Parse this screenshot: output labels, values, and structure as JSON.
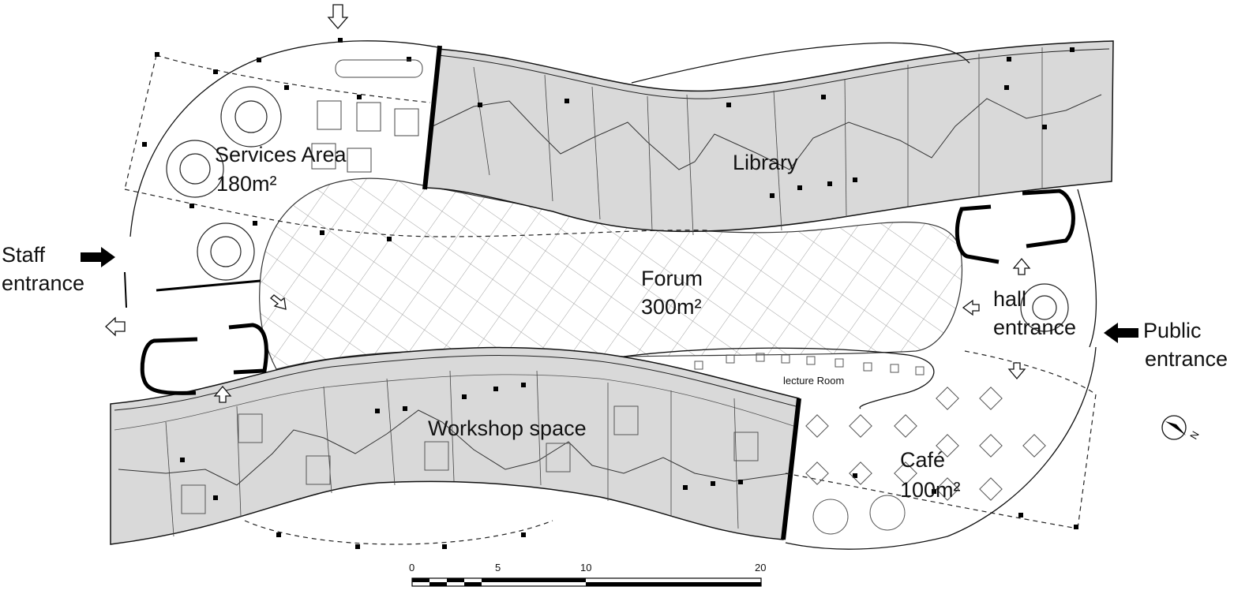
{
  "rooms": {
    "services_name": "Services Area",
    "services_area": "180m²",
    "library": "Library",
    "forum_name": "Forum",
    "forum_area": "300m²",
    "workshop": "Workshop space",
    "lecture": "lecture Room",
    "cafe_name": "Café",
    "cafe_area": "100m²"
  },
  "entrances": {
    "staff_1": "Staff",
    "staff_2": "entrance",
    "hall_1": "hall",
    "hall_2": "entrance",
    "public_1": "Public",
    "public_2": "entrance"
  },
  "scale_bar": {
    "ticks": [
      "0",
      "5",
      "10",
      "20"
    ]
  },
  "north_label": "N",
  "colors": {
    "line": "#111111",
    "band_fill": "#d9d9d9",
    "grid": "#9a9a9a"
  }
}
